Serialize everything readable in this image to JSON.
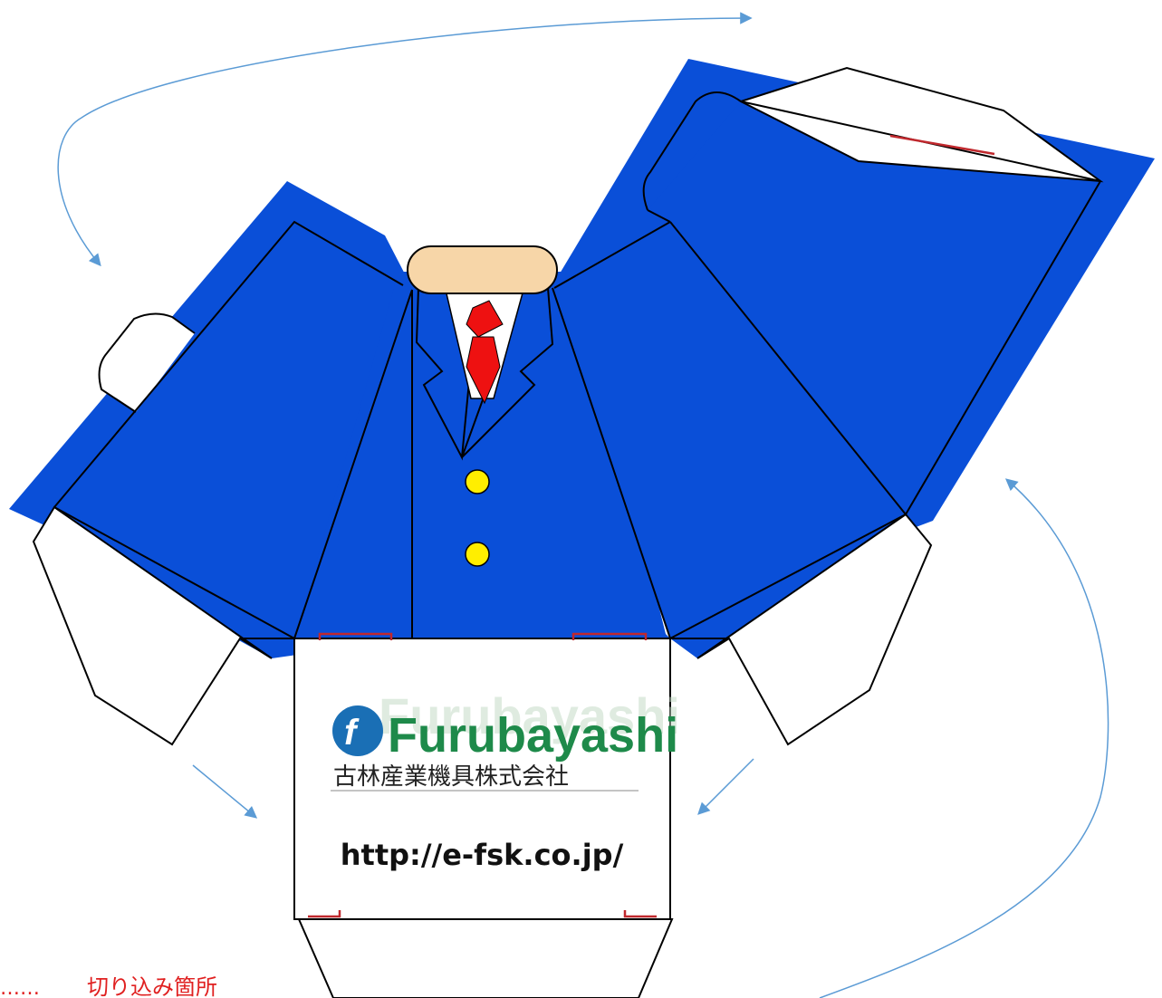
{
  "logo": {
    "word": "Furubayashi",
    "company": "古林産業機具株式会社",
    "mark_letters": "f",
    "brand_color": "#1e8a4a",
    "mark_color": "#1a6fb5"
  },
  "url": "http://e-fsk.co.jp/",
  "legend": {
    "dots": "……",
    "label": "切り込み箇所"
  },
  "colors": {
    "suit": "#0a4fd8",
    "outline": "#000000",
    "face": "#f7d6a8",
    "tie": "#ee1111",
    "button": "#ffee00",
    "arrow": "#5b9bd5",
    "cut_mark": "#c0282d"
  },
  "icons": {
    "arrows": "curved-fold-arrow",
    "buttons": "jacket-button"
  }
}
